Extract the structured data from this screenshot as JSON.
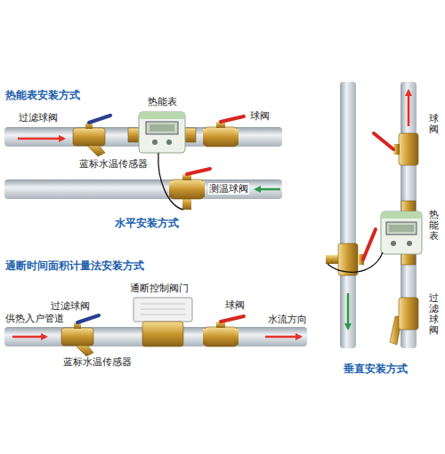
{
  "diagram": {
    "labels": [
      "热能表安装方式",
      "热能表",
      "过滤球阀",
      "球阀",
      "蓝标水温传感器",
      "测温球阀",
      "水平安装方式",
      "通断时间面积计量法安装方式",
      "通断控制阀门",
      "过滤球阀",
      "球阀",
      "供热入户管道",
      "水流方向",
      "蓝标水温传感器",
      "球阀",
      "热能表",
      "过滤球阀",
      "垂直安装方式"
    ]
  }
}
